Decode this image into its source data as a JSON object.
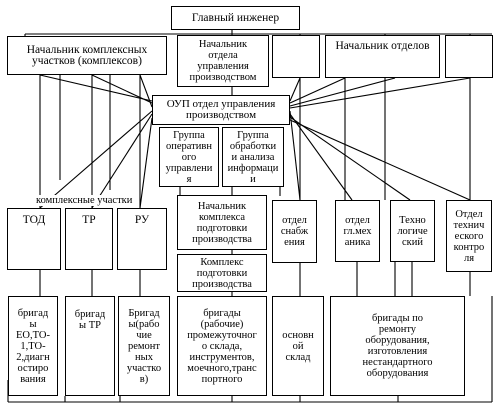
{
  "nodes": {
    "chief_engineer": "Главный инженер",
    "head_complex_sections": "Начальник комплексных\nучастков (комплексов)",
    "head_production_dept": "Начальник\nотдела\nуправления\nпроизводством",
    "head_departments": "Начальник отделов",
    "oup": "ОУП отдел управления\nпроизводством",
    "group_operational": "Группа\nоперативн\nого\nуправлени\nя",
    "group_processing": "Группа\nобработки\nи анализа\nинформаци\nи",
    "complex_sections_label": "комплексные участки",
    "tod": "ТОД",
    "tr": "ТР",
    "ru": "РУ",
    "head_prep_complex": "Начальник\nкомплекса\nподготовки\nпроизводства",
    "prep_complex": "Комплекс\nподготовки\nпроизводства",
    "supply_dept": "отдел\nснабж\nения",
    "chief_mech_dept": "отдел\nгл.мех\nаника",
    "technological": "Техно\nлогиче\nский",
    "tech_control": "Отдел\nтехнич\nеского\nконтро\nля",
    "brigades_eo": "бригад\nы\nЕО,ТО-\n1,ТО-\n2,диагн\nостиро\nвания",
    "brigades_tr": "бригад\nы ТР",
    "brigades_repair": "Бригад\nы(рабо\nчие\nремонт\nных\nучастко\nв)",
    "brigades_workers": "бригады\n(рабочие)\nпромежуточног\nо склада,\nинструментов,\nмоечного,транс\nпортного",
    "main_warehouse": "основн\nой\nсклад",
    "brigades_equipment": "бригады по\nремонту\nоборудования,\nизготовления\nнестандартного\nоборудования"
  }
}
